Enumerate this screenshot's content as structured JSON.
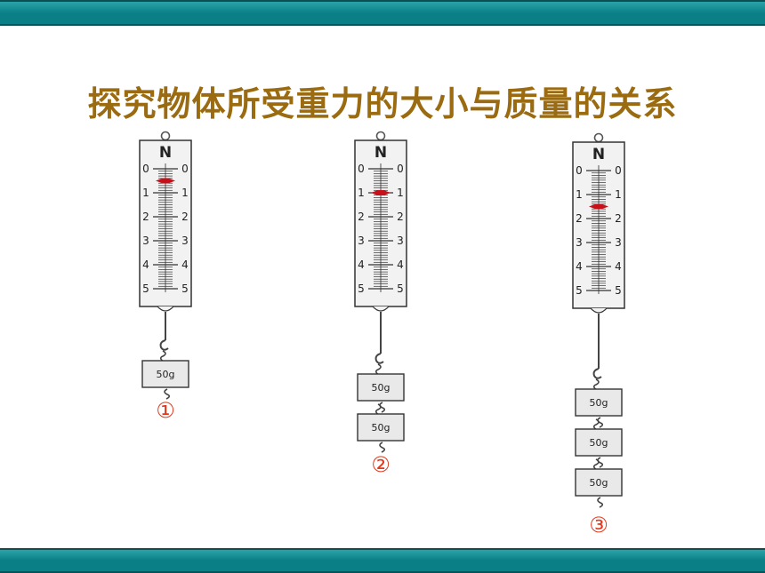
{
  "title": "探究物体所受重力的大小与质量的关系",
  "colors": {
    "bar": "#0a7f86",
    "title": "#9a6b10",
    "pointer": "#c8101a",
    "index": "#e0381c"
  },
  "scale": {
    "unit": "N",
    "ticks": [
      "0",
      "1",
      "2",
      "3",
      "4",
      "5"
    ]
  },
  "setups": [
    {
      "index": "①",
      "reading": 0.5,
      "weights": [
        "50g"
      ]
    },
    {
      "index": "②",
      "reading": 1.0,
      "weights": [
        "50g",
        "50g"
      ]
    },
    {
      "index": "③",
      "reading": 1.5,
      "weights": [
        "50g",
        "50g",
        "50g"
      ]
    }
  ]
}
